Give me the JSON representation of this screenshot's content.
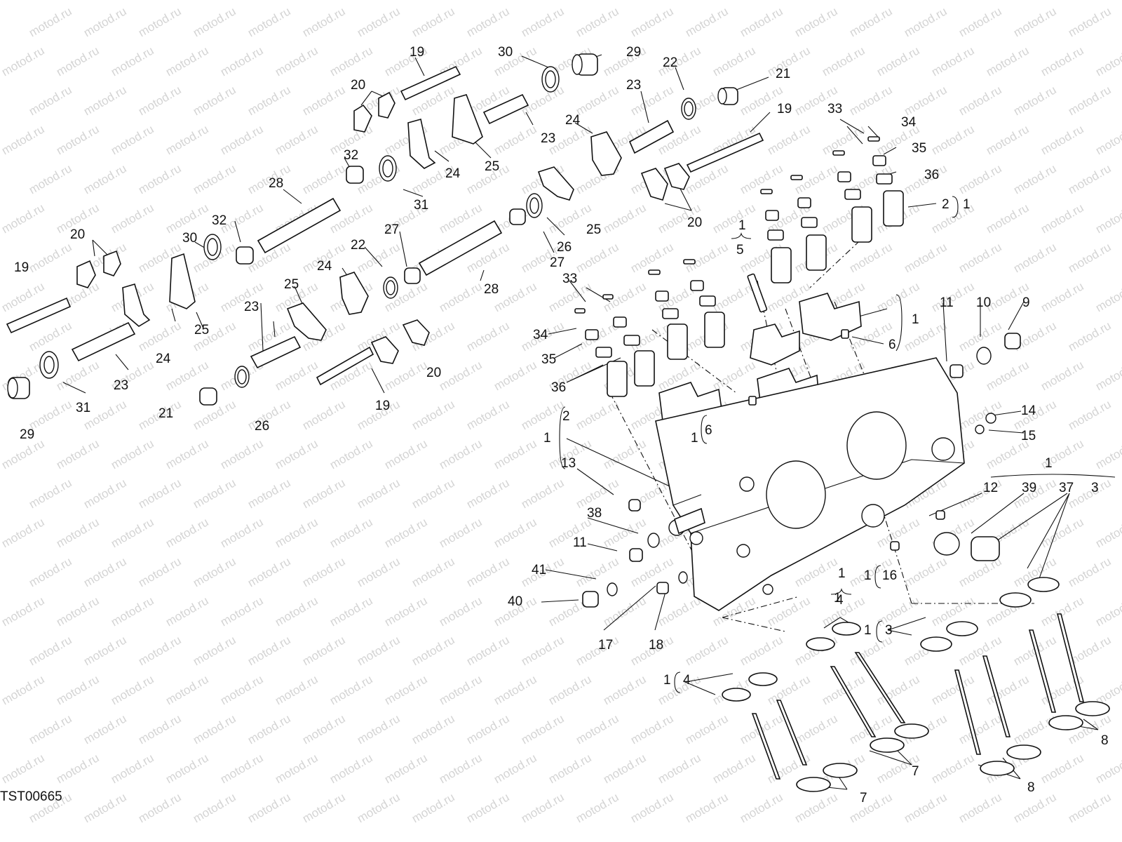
{
  "diagram": {
    "code": "TST00665",
    "watermark": "motod.ru",
    "callouts": [
      {
        "id": "19a",
        "text": "19"
      },
      {
        "id": "20a",
        "text": "20"
      },
      {
        "id": "30a",
        "text": "30"
      },
      {
        "id": "29a",
        "text": "29"
      },
      {
        "id": "22a",
        "text": "22"
      },
      {
        "id": "21a",
        "text": "21"
      },
      {
        "id": "23a",
        "text": "23"
      },
      {
        "id": "23b",
        "text": "23"
      },
      {
        "id": "24a",
        "text": "24"
      },
      {
        "id": "19b",
        "text": "19"
      },
      {
        "id": "33a",
        "text": "33"
      },
      {
        "id": "34a",
        "text": "34"
      },
      {
        "id": "35a",
        "text": "35"
      },
      {
        "id": "36a",
        "text": "36"
      },
      {
        "id": "2a",
        "text": "2"
      },
      {
        "id": "1a",
        "text": "1"
      },
      {
        "id": "25a",
        "text": "25"
      },
      {
        "id": "32a",
        "text": "32"
      },
      {
        "id": "28a",
        "text": "28"
      },
      {
        "id": "31a",
        "text": "31"
      },
      {
        "id": "24b",
        "text": "24"
      },
      {
        "id": "25b",
        "text": "25"
      },
      {
        "id": "20b",
        "text": "20"
      },
      {
        "id": "1b",
        "text": "1"
      },
      {
        "id": "5a",
        "text": "5"
      },
      {
        "id": "20c",
        "text": "20"
      },
      {
        "id": "32b",
        "text": "32"
      },
      {
        "id": "30b",
        "text": "30"
      },
      {
        "id": "22b",
        "text": "22"
      },
      {
        "id": "27a",
        "text": "27"
      },
      {
        "id": "26a",
        "text": "26"
      },
      {
        "id": "27b",
        "text": "27"
      },
      {
        "id": "25c",
        "text": "25"
      },
      {
        "id": "19c",
        "text": "19"
      },
      {
        "id": "24c",
        "text": "24"
      },
      {
        "id": "28b",
        "text": "28"
      },
      {
        "id": "33b",
        "text": "33"
      },
      {
        "id": "25d",
        "text": "25"
      },
      {
        "id": "23c",
        "text": "23"
      },
      {
        "id": "1c",
        "text": "1"
      },
      {
        "id": "34b",
        "text": "34"
      },
      {
        "id": "24d",
        "text": "24"
      },
      {
        "id": "11a",
        "text": "11"
      },
      {
        "id": "10a",
        "text": "10"
      },
      {
        "id": "9a",
        "text": "9"
      },
      {
        "id": "6a",
        "text": "6"
      },
      {
        "id": "35b",
        "text": "35"
      },
      {
        "id": "23d",
        "text": "23"
      },
      {
        "id": "20d",
        "text": "20"
      },
      {
        "id": "31b",
        "text": "31"
      },
      {
        "id": "36b",
        "text": "36"
      },
      {
        "id": "29b",
        "text": "29"
      },
      {
        "id": "21b",
        "text": "21"
      },
      {
        "id": "26b",
        "text": "26"
      },
      {
        "id": "19d",
        "text": "19"
      },
      {
        "id": "2b",
        "text": "2"
      },
      {
        "id": "14a",
        "text": "14"
      },
      {
        "id": "1d",
        "text": "1"
      },
      {
        "id": "6b",
        "text": "6"
      },
      {
        "id": "1e",
        "text": "1"
      },
      {
        "id": "15a",
        "text": "15"
      },
      {
        "id": "13a",
        "text": "13"
      },
      {
        "id": "1f",
        "text": "1"
      },
      {
        "id": "12a",
        "text": "12"
      },
      {
        "id": "39a",
        "text": "39"
      },
      {
        "id": "37a",
        "text": "37"
      },
      {
        "id": "3a",
        "text": "3"
      },
      {
        "id": "38a",
        "text": "38"
      },
      {
        "id": "11b",
        "text": "11"
      },
      {
        "id": "1g",
        "text": "1"
      },
      {
        "id": "16a",
        "text": "16"
      },
      {
        "id": "1h",
        "text": "1"
      },
      {
        "id": "41a",
        "text": "41"
      },
      {
        "id": "40a",
        "text": "40"
      },
      {
        "id": "1i",
        "text": "1"
      },
      {
        "id": "4a",
        "text": "4"
      },
      {
        "id": "17a",
        "text": "17"
      },
      {
        "id": "18a",
        "text": "18"
      },
      {
        "id": "1j",
        "text": "1"
      },
      {
        "id": "3b",
        "text": "3"
      },
      {
        "id": "1k",
        "text": "1"
      },
      {
        "id": "4b",
        "text": "4"
      },
      {
        "id": "8a",
        "text": "8"
      },
      {
        "id": "7a",
        "text": "7"
      },
      {
        "id": "8b",
        "text": "8"
      },
      {
        "id": "7b",
        "text": "7"
      }
    ]
  }
}
